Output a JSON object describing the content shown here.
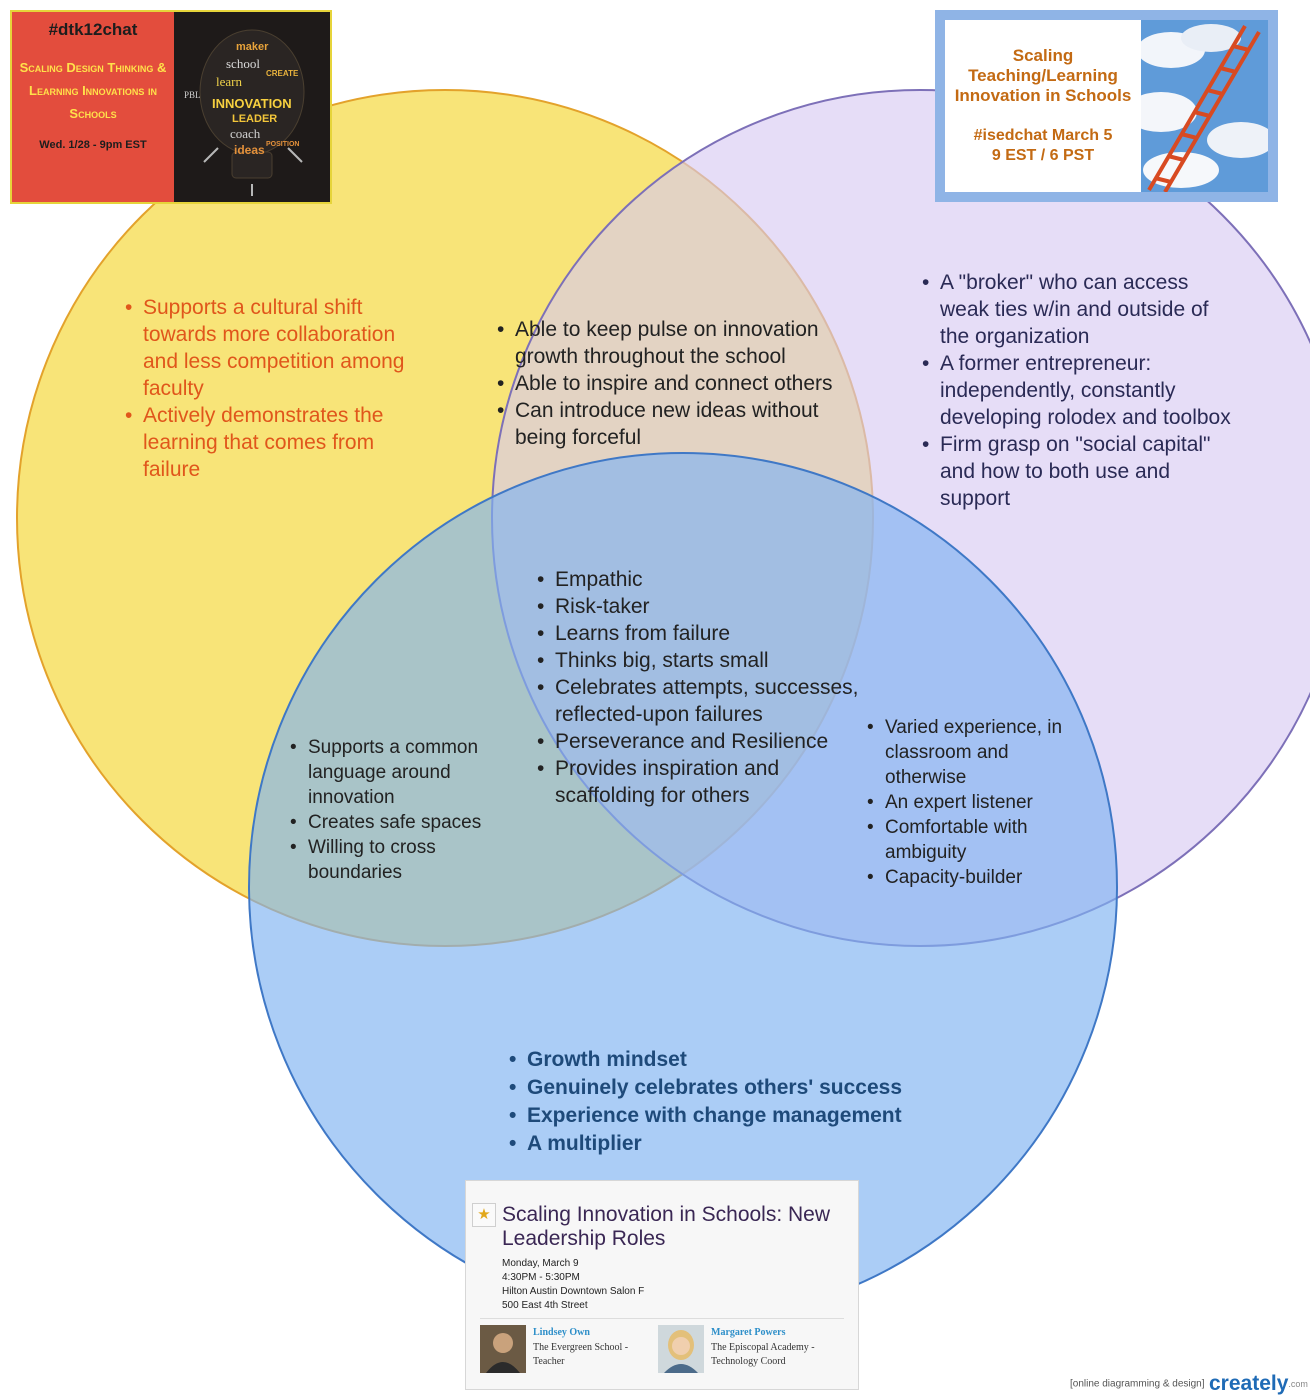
{
  "diagram": {
    "regions": {
      "yellow_only": [
        "Supports a cultural shift towards more collaboration and less competition among faculty",
        "Actively demonstrates the learning that comes from failure"
      ],
      "purple_only": [
        "A \"broker\" who can access weak ties w/in and outside of the organization",
        "A former entrepreneur: independently, constantly developing rolodex and toolbox",
        "Firm grasp on \"social capital\" and how to both use and support"
      ],
      "blue_only": [
        "Growth mindset",
        "Genuinely celebrates others' success",
        "Experience with change management",
        "A multiplier"
      ],
      "yellow_purple": [
        "Able to keep pulse on innovation growth throughout the school",
        "Able to inspire and connect others",
        "Can introduce new ideas without being forceful"
      ],
      "yellow_blue": [
        "Supports a common language around innovation",
        "Creates safe spaces",
        "Willing to cross boundaries"
      ],
      "purple_blue": [
        "Varied experience, in classroom and otherwise",
        "An expert listener",
        "Comfortable with ambiguity",
        "Capacity-builder"
      ],
      "center": [
        "Empathic",
        "Risk-taker",
        "Learns from failure",
        "Thinks big, starts small",
        "Celebrates attempts, successes, reflected-upon failures",
        "Perseverance and Resilience",
        "Provides inspiration and scaffolding for others"
      ]
    },
    "colors": {
      "yellow_circle": "#f7e065",
      "purple_circle": "#d6c8f2",
      "blue_circle": "#7fb3f2",
      "yellow_text": "#e0561b",
      "blue_text": "#1e4a7a"
    }
  },
  "flyer_dtk": {
    "hashtag": "#dtk12chat",
    "title": "Scaling Design Thinking & Learning Innovations in Schools",
    "date": "Wed. 1/28 - 9pm EST",
    "wordcloud": [
      "maker",
      "school",
      "learn",
      "INNOVATION",
      "LEADER",
      "coach",
      "ideas",
      "PBL",
      "CREATE",
      "POSITION"
    ]
  },
  "flyer_isedchat": {
    "title": "Scaling Teaching/Learning Innovation in Schools",
    "hashtag_line": "#isedchat     March 5",
    "time": "9 EST / 6 PST"
  },
  "event_card": {
    "title": "Scaling Innovation in Schools: New Leadership Roles",
    "date": "Monday, March 9",
    "time": "4:30PM - 5:30PM",
    "venue": "Hilton Austin Downtown Salon F",
    "address": "500 East 4th Street",
    "speakers": [
      {
        "name": "Lindsey Own",
        "org": "The Evergreen School - Teacher"
      },
      {
        "name": "Margaret Powers",
        "org": "The Episcopal Academy - Technology Coord"
      }
    ]
  },
  "watermark": {
    "tag": "[online diagramming & design]",
    "brand": "creately",
    "suffix": ".com"
  }
}
